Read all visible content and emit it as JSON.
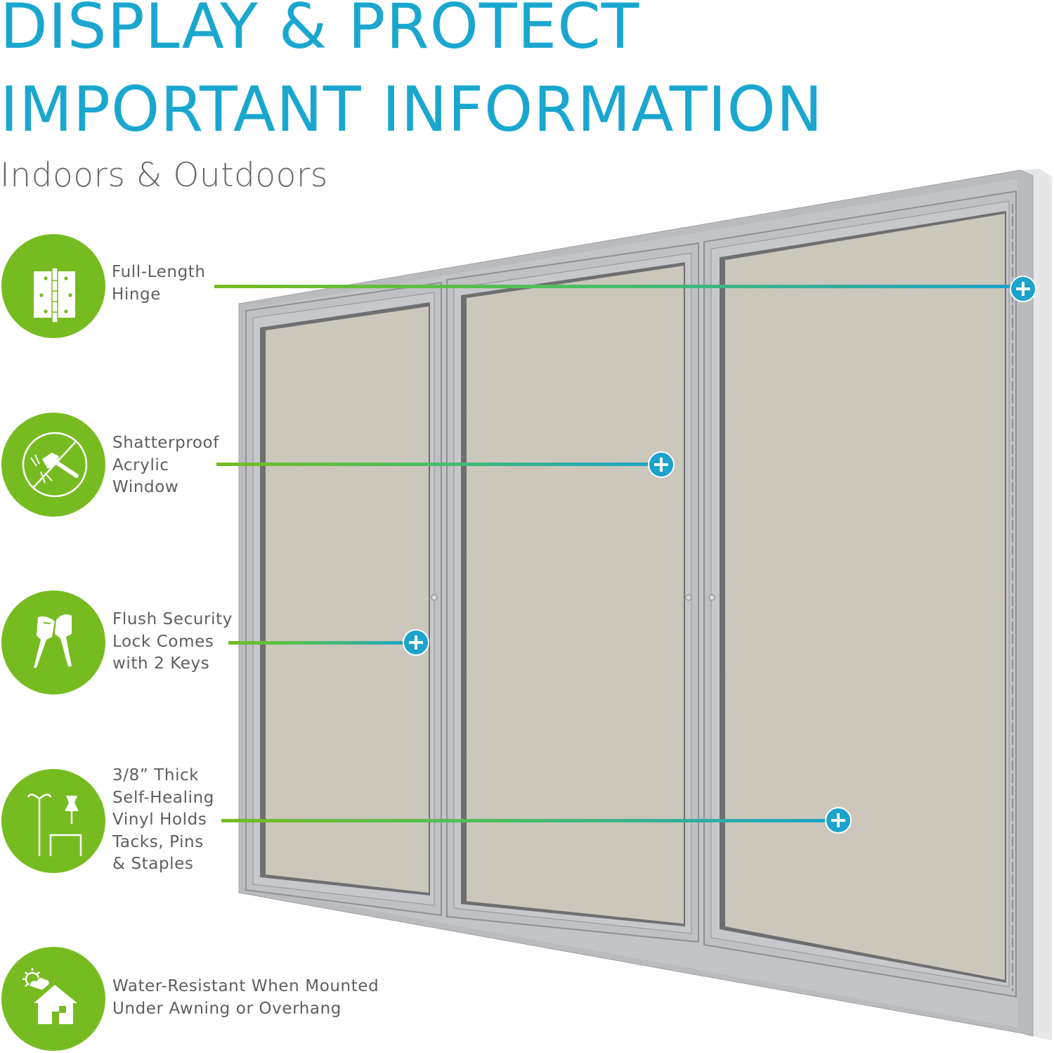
{
  "header": {
    "title_line1": "DISPLAY & PROTECT",
    "title_line2": "IMPORTANT INFORMATION",
    "subtitle": "Indoors & Outdoors"
  },
  "colors": {
    "title": "#1aa7cf",
    "subtitle": "#6a6a6a",
    "icon_bg": "#76bc21",
    "marker": "#1ba3cc",
    "line_start": "#76bc21",
    "line_end": "#1ba3cc",
    "frame": "#b8babd",
    "board": "#c9c4b8"
  },
  "features": [
    {
      "icon": "hinge-icon",
      "lines": [
        "Full-Length",
        "Hinge"
      ]
    },
    {
      "icon": "no-hammer-icon",
      "lines": [
        "Shatterproof",
        "Acrylic",
        "Window"
      ]
    },
    {
      "icon": "keys-icon",
      "lines": [
        "Flush Security",
        "Lock Comes",
        "with 2 Keys"
      ]
    },
    {
      "icon": "pins-tacks-icon",
      "lines": [
        "3/8” Thick",
        "Self-Healing",
        "Vinyl Holds",
        "Tacks, Pins",
        "& Staples"
      ]
    },
    {
      "icon": "house-weather-icon",
      "lines": [
        "Water-Resistant When Mounted",
        "Under Awning or Overhang"
      ]
    }
  ],
  "product": {
    "name": "3-door enclosed bulletin board cabinet",
    "doors": 3,
    "locks": 3
  }
}
